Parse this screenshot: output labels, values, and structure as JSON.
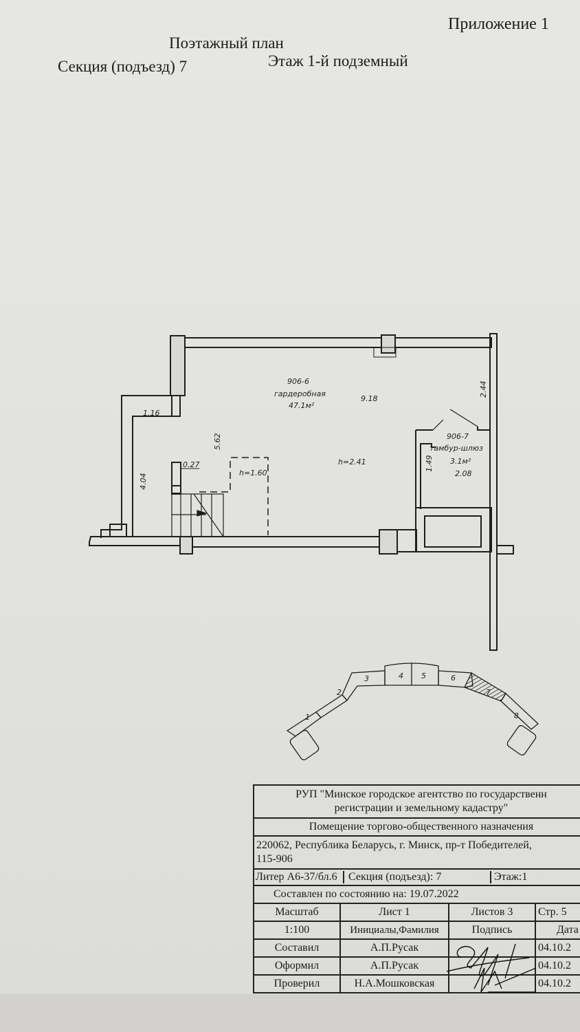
{
  "header": {
    "appendix": "Приложение 1",
    "plan_title": "Поэтажный план",
    "section": "Секция (подъезд) 7",
    "floor": "Этаж 1-й подземный"
  },
  "plan": {
    "room_main": {
      "number": "906-6",
      "name": "гардеробная",
      "area": "47.1м²"
    },
    "room_lock": {
      "number": "906-7",
      "name": "тамбур-шлюз",
      "area": "3.1м²"
    },
    "dimensions": {
      "d918": "9.18",
      "d244": "2.44",
      "d116": "1.16",
      "d562": "5.62",
      "d027": "0.27",
      "d404": "4.04",
      "d149": "1.49",
      "d208": "2.08"
    },
    "heights": {
      "main": "h=2.41",
      "low": "h=1.60"
    }
  },
  "key_plan": {
    "sections": [
      "1",
      "2",
      "3",
      "4",
      "5",
      "6",
      "7",
      "8"
    ],
    "highlighted": "7"
  },
  "stamp": {
    "org": "РУП \"Минское городское агентство по государственн",
    "org2": "регистрации и земельному кадастру\"",
    "premises": "Помещение торгово-общественного назначения",
    "address": "220062, Республика Беларусь, г. Минск, пр-т Победителей,",
    "address2": "115-906",
    "liter": "Литер А6-37/бл.6",
    "section": "Секция (подъезд): 7",
    "floor": "Этаж:1",
    "compiled_as_of": "Составлен по состоянию на: 19.07.2022",
    "scale_label": "Масштаб",
    "sheet": "Лист  1",
    "sheets": "Листов  3",
    "page": "Стр.  5",
    "scale": "1:100",
    "col_name": "Инициалы,Фамилия",
    "col_sign": "Подпись",
    "col_date": "Дата",
    "rows": [
      {
        "role": "Составил",
        "name": "А.П.Русак",
        "date": "04.10.2"
      },
      {
        "role": "Оформил",
        "name": "А.П.Русак",
        "date": "04.10.2"
      },
      {
        "role": "Проверил",
        "name": "Н.А.Мошковская",
        "date": "04.10.2"
      }
    ]
  }
}
